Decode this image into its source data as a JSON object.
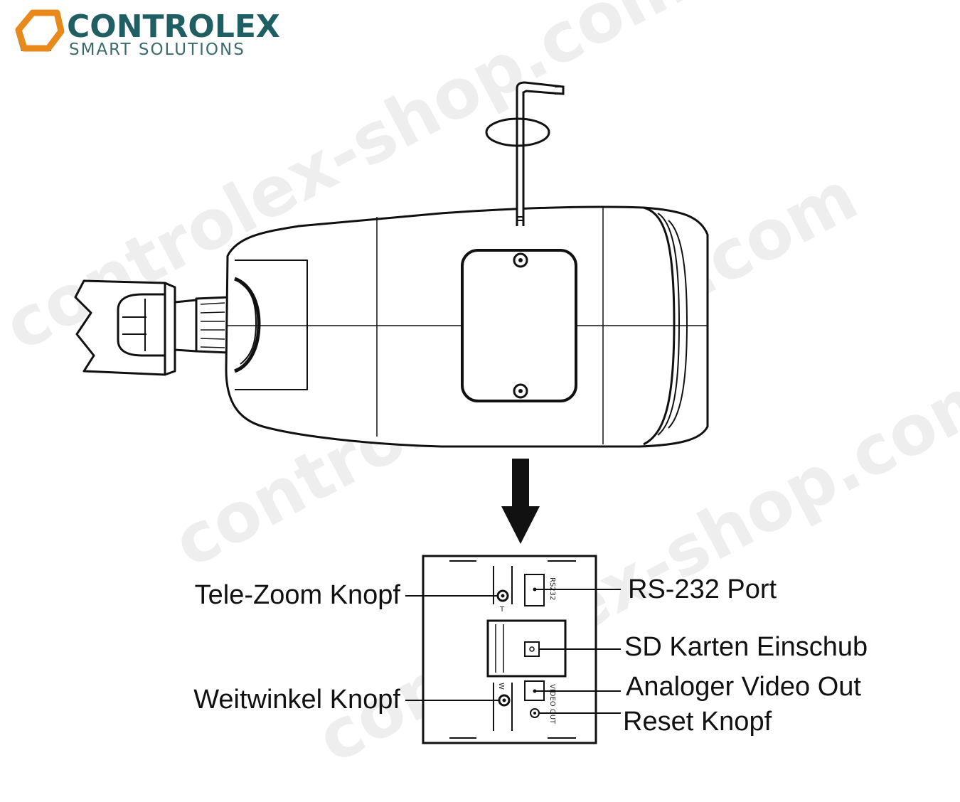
{
  "brand": {
    "name": "CONTROLEX",
    "tagline": "SMART SOLUTIONS",
    "colors": {
      "orange": "#e8891c",
      "teal": "#1f5f63"
    }
  },
  "watermark": {
    "text": "controlex-shop.com"
  },
  "panel_marks": {
    "tele": "T",
    "wide": "W",
    "rs232": "RS232",
    "video_out": "VIDEO OUT"
  },
  "callouts": {
    "tele_zoom": "Tele-Zoom Knopf",
    "wide_angle": "Weitwinkel Knopf",
    "rs232": "RS-232 Port",
    "sd_card": "SD Karten Einschub",
    "video_out": "Analoger Video Out",
    "reset": "Reset Knopf"
  }
}
